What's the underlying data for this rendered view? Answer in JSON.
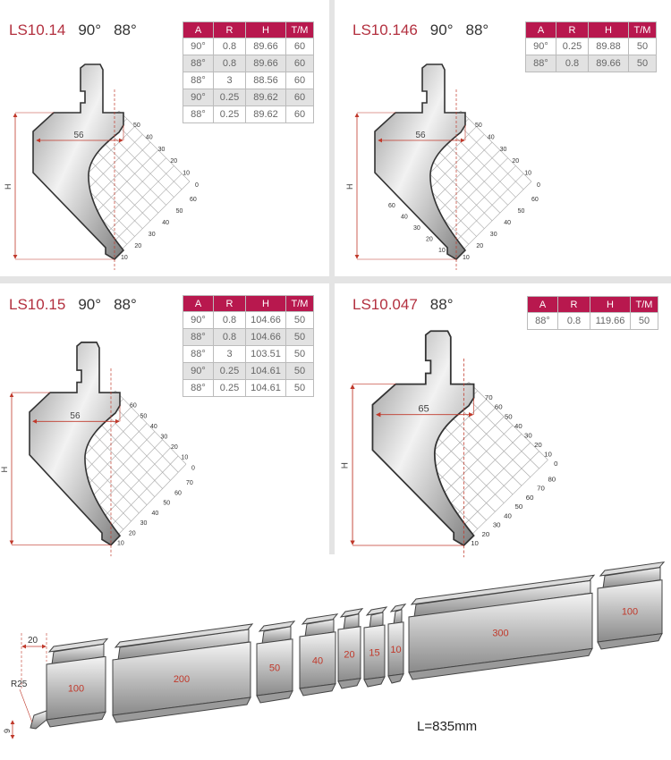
{
  "panels": [
    {
      "model": "LS10.14",
      "angles": [
        "90°",
        "88°"
      ],
      "table": {
        "headers": [
          "A",
          "R",
          "H",
          "T/M"
        ],
        "rows": [
          [
            "90°",
            "0.8",
            "89.66",
            "60"
          ],
          [
            "88°",
            "0.8",
            "89.66",
            "60"
          ],
          [
            "88°",
            "3",
            "88.56",
            "60"
          ],
          [
            "90°",
            "0.25",
            "89.62",
            "60"
          ],
          [
            "88°",
            "0.25",
            "89.62",
            "60"
          ]
        ]
      },
      "dim_width": "56",
      "dim_height": "H",
      "grid_upper": [
        "50",
        "40",
        "30",
        "20",
        "10",
        "0"
      ],
      "grid_lower": [
        "60",
        "50",
        "40",
        "30",
        "20",
        "10"
      ],
      "grid_left": []
    },
    {
      "model": "LS10.146",
      "angles": [
        "90°",
        "88°"
      ],
      "table": {
        "headers": [
          "A",
          "R",
          "H",
          "T/M"
        ],
        "rows": [
          [
            "90°",
            "0.25",
            "89.88",
            "50"
          ],
          [
            "88°",
            "0.8",
            "89.66",
            "50"
          ]
        ]
      },
      "dim_width": "56",
      "dim_height": "H",
      "grid_upper": [
        "50",
        "40",
        "30",
        "20",
        "10",
        "0"
      ],
      "grid_lower": [
        "60",
        "50",
        "40",
        "30",
        "20",
        "10"
      ],
      "grid_left": [
        "60",
        "40",
        "30",
        "20",
        "10"
      ]
    },
    {
      "model": "LS10.15",
      "angles": [
        "90°",
        "88°"
      ],
      "table": {
        "headers": [
          "A",
          "R",
          "H",
          "T/M"
        ],
        "rows": [
          [
            "90°",
            "0.8",
            "104.66",
            "50"
          ],
          [
            "88°",
            "0.8",
            "104.66",
            "50"
          ],
          [
            "88°",
            "3",
            "103.51",
            "50"
          ],
          [
            "90°",
            "0.25",
            "104.61",
            "50"
          ],
          [
            "88°",
            "0.25",
            "104.61",
            "50"
          ]
        ]
      },
      "dim_width": "56",
      "dim_height": "H",
      "grid_upper": [
        "60",
        "50",
        "40",
        "30",
        "20",
        "10",
        "0"
      ],
      "grid_lower": [
        "70",
        "60",
        "50",
        "40",
        "30",
        "20",
        "10"
      ],
      "grid_left": []
    },
    {
      "model": "LS10.047",
      "angles": [
        "88°"
      ],
      "table": {
        "headers": [
          "A",
          "R",
          "H",
          "T/M"
        ],
        "rows": [
          [
            "88°",
            "0.8",
            "119.66",
            "50"
          ]
        ]
      },
      "dim_width": "65",
      "dim_height": "H",
      "grid_upper": [
        "70",
        "60",
        "50",
        "40",
        "30",
        "20",
        "10",
        "0"
      ],
      "grid_lower": [
        "80",
        "70",
        "60",
        "50",
        "40",
        "30",
        "20",
        "10"
      ],
      "grid_left": []
    }
  ],
  "segments": {
    "labels": [
      "100",
      "200",
      "50",
      "40",
      "20",
      "15",
      "10",
      "300",
      "100"
    ],
    "dim_top": "20",
    "radius": "R25",
    "height": "9",
    "total": "L=835mm"
  },
  "colors": {
    "accent": "#b8184e",
    "title": "#b3303f",
    "dimension": "#c0392b"
  }
}
